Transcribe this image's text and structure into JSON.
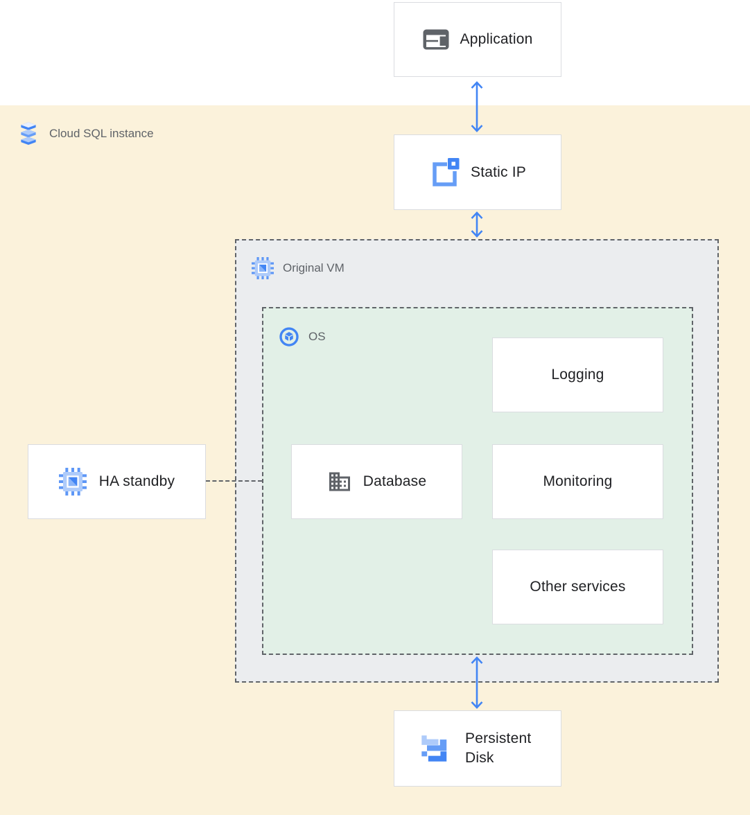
{
  "diagram": {
    "containers": {
      "cloud_sql": {
        "label": "Cloud SQL instance",
        "icon": "cloud-sql-icon"
      },
      "original_vm": {
        "label": "Original VM",
        "icon": "compute-engine-icon"
      },
      "os": {
        "label": "OS",
        "icon": "os-icon"
      }
    },
    "nodes": {
      "application": {
        "label": "Application",
        "icon": "app-window-icon"
      },
      "static_ip": {
        "label": "Static IP",
        "icon": "external-ip-icon"
      },
      "ha_standby": {
        "label": "HA standby",
        "icon": "compute-engine-icon"
      },
      "database": {
        "label": "Database",
        "icon": "building-icon"
      },
      "logging": {
        "label": "Logging"
      },
      "monitoring": {
        "label": "Monitoring"
      },
      "other_services": {
        "label": "Other services"
      },
      "persistent_disk": {
        "label": "Persistent Disk",
        "line1": "Persistent",
        "line2": "Disk",
        "icon": "persistent-disk-icon"
      }
    },
    "edges": [
      {
        "from": "application",
        "to": "static_ip",
        "type": "bidirectional-arrow"
      },
      {
        "from": "static_ip",
        "to": "original_vm",
        "type": "bidirectional-arrow"
      },
      {
        "from": "os",
        "to": "persistent_disk",
        "type": "bidirectional-arrow"
      },
      {
        "from": "ha_standby",
        "to": "os",
        "type": "dashed-line"
      }
    ],
    "colors": {
      "arrow_blue": "#4285F4",
      "yellow_background": "#FBF2DB",
      "vm_gray_background": "#EBEDEF",
      "os_green_background": "#E2F0E7",
      "node_border": "#DADCE0",
      "dashed_border": "#5F6368",
      "node_text": "#202124",
      "area_label_text": "#5F6368",
      "icon_gray": "#5F6368",
      "icon_blue": "#4285F4",
      "icon_blue_medium": "#669DF6",
      "icon_blue_light": "#AECBFA"
    }
  }
}
